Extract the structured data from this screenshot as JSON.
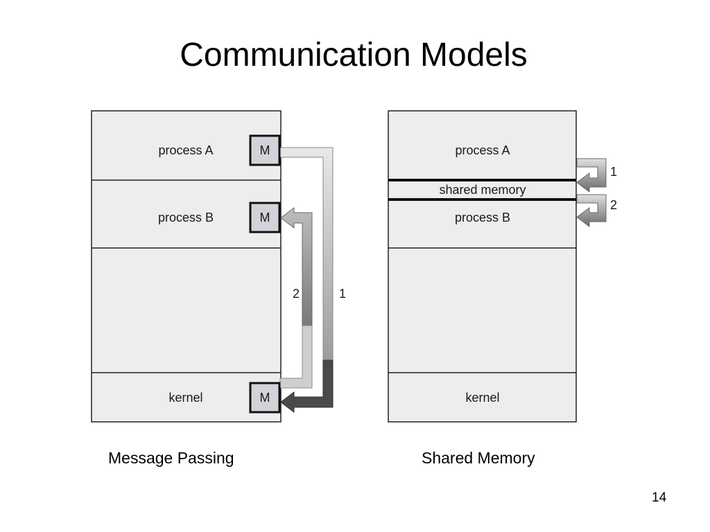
{
  "slide": {
    "title": "Communication Models",
    "page_number": "14"
  },
  "message_passing": {
    "caption": "Message Passing",
    "process_a": "process A",
    "process_b": "process B",
    "kernel": "kernel",
    "mailbox_label": "M",
    "arrow_1_label": "1",
    "arrow_2_label": "2"
  },
  "shared_memory": {
    "caption": "Shared Memory",
    "process_a": "process A",
    "shared_region": "shared memory",
    "process_b": "process B",
    "kernel": "kernel",
    "arrow_1_label": "1",
    "arrow_2_label": "2"
  },
  "colors": {
    "box_fill": "#ededed",
    "mailbox_fill": "#d4d2d8",
    "arrow_light": "#c4c4c4",
    "arrow_dark": "#555555"
  }
}
